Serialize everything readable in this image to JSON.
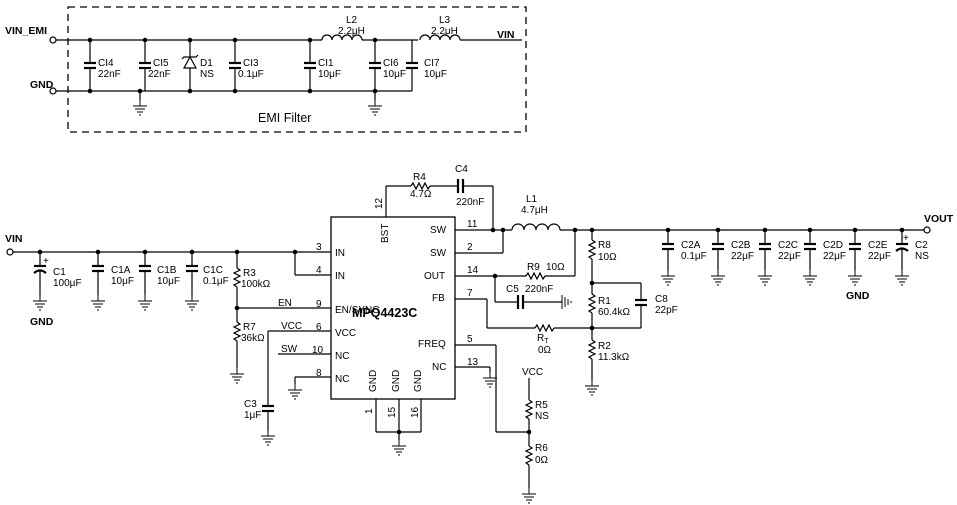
{
  "emi_filter": {
    "title": "EMI Filter",
    "vin_emi_label": "VIN_EMI",
    "gnd_label": "GND",
    "vin_label": "VIN",
    "components": [
      {
        "ref": "CI4",
        "value": "22nF"
      },
      {
        "ref": "CI5",
        "value": "22nF"
      },
      {
        "ref": "D1",
        "value": "NS"
      },
      {
        "ref": "CI3",
        "value": "0.1μF"
      },
      {
        "ref": "L2",
        "value": "2.2μH"
      },
      {
        "ref": "CI1",
        "value": "10μF"
      },
      {
        "ref": "CI6",
        "value": "10μF"
      },
      {
        "ref": "L3",
        "value": "2.2μH"
      },
      {
        "ref": "CI7",
        "value": "10μF"
      }
    ]
  },
  "main": {
    "ic_name": "MPQ4423C",
    "vin_label": "VIN",
    "vout_label": "VOUT",
    "gnd_left": "GND",
    "gnd_right": "GND",
    "ic_pins_left": [
      "IN",
      "IN",
      "EN/SYNC",
      "VCC",
      "NC",
      "NC"
    ],
    "ic_pins_right": [
      "SW",
      "SW",
      "OUT",
      "FB",
      "FREQ",
      "NC"
    ],
    "ic_pins_bottom": [
      "GND",
      "GND",
      "GND"
    ],
    "ic_pin_top": "BST",
    "pin_numbers": {
      "bst": "12",
      "in_a": "3",
      "in_b": "4",
      "en": "9",
      "vcc": "6",
      "nc_a": "10",
      "nc_b": "8",
      "sw_a": "11",
      "sw_b": "2",
      "out": "14",
      "fb": "7",
      "freq": "5",
      "nc_r": "13",
      "gnd_a": "1",
      "gnd_b": "15",
      "gnd_c": "16"
    },
    "net_labels": {
      "en": "EN",
      "vcc": "VCC",
      "sw": "SW",
      "vcc_top": "VCC"
    },
    "components": {
      "c1": {
        "ref": "C1",
        "value": "100μF"
      },
      "c1a": {
        "ref": "C1A",
        "value": "10μF"
      },
      "c1b": {
        "ref": "C1B",
        "value": "10μF"
      },
      "c1c": {
        "ref": "C1C",
        "value": "0.1μF"
      },
      "r3": {
        "ref": "R3",
        "value": "100kΩ"
      },
      "r7": {
        "ref": "R7",
        "value": "36kΩ"
      },
      "c3": {
        "ref": "C3",
        "value": "1μF"
      },
      "r4": {
        "ref": "R4",
        "value": "4.7Ω"
      },
      "c4": {
        "ref": "C4",
        "value": "220nF"
      },
      "l1": {
        "ref": "L1",
        "value": "4.7μH"
      },
      "r9": {
        "ref": "R9",
        "value": "10Ω"
      },
      "c5": {
        "ref": "C5",
        "value": "220nF"
      },
      "r8": {
        "ref": "R8",
        "value": "10Ω"
      },
      "r1": {
        "ref": "R1",
        "value": "60.4kΩ"
      },
      "c8": {
        "ref": "C8",
        "value": "22pF"
      },
      "rt": {
        "ref": "RT",
        "value": "0Ω"
      },
      "r2": {
        "ref": "R2",
        "value": "11.3kΩ"
      },
      "r5": {
        "ref": "R5",
        "value": "NS"
      },
      "r6": {
        "ref": "R6",
        "value": "0Ω"
      },
      "c2a": {
        "ref": "C2A",
        "value": "0.1μF"
      },
      "c2b": {
        "ref": "C2B",
        "value": "22μF"
      },
      "c2c": {
        "ref": "C2C",
        "value": "22μF"
      },
      "c2d": {
        "ref": "C2D",
        "value": "22μF"
      },
      "c2e": {
        "ref": "C2E",
        "value": "22μF"
      },
      "c2": {
        "ref": "C2",
        "value": "NS"
      }
    }
  }
}
